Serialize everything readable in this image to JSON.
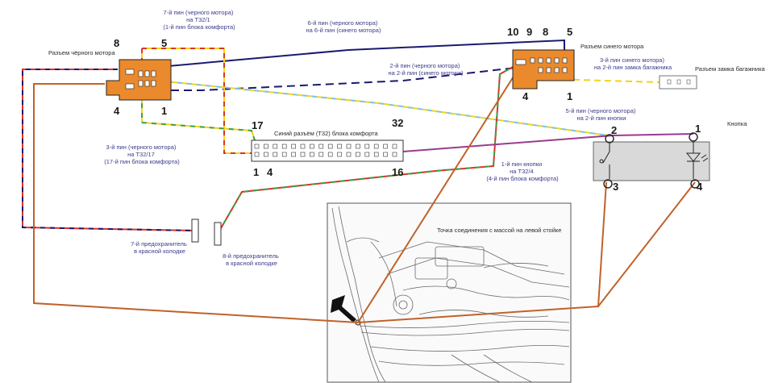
{
  "colors": {
    "connector_fill": "#ea8a2c",
    "wire_navy": "#1a1a6e",
    "wire_red": "#d9342b",
    "wire_green": "#3aa24a",
    "wire_brown": "#c0622a",
    "wire_yellow": "#f2d21a",
    "wire_cyan": "#7cc7e8",
    "wire_purple": "#9a3b8f"
  },
  "labels": {
    "black_motor_connector": "Разъем чёрного мотора",
    "blue_motor_connector": "Разъем синего мотора",
    "trunk_lock_connector": "Разъем замка багажника",
    "button": "Кнопка",
    "comfort_connector": "Синий разъём (T32) блока комфорта",
    "ground_point": "Точка соединения с массой на левой стойке",
    "pin7": [
      "7-й пин (черного мотора)",
      "на T32/1",
      "(1-й пин блока комфорта)"
    ],
    "pin6": [
      "6-й пин (черного мотора)",
      "на 6-й пин (синего мотора)"
    ],
    "pin2": [
      "2-й пин (черного мотора)",
      "на 2-й пин (синего мотора)"
    ],
    "pin3_blue": [
      "3-й пин синего мотора)",
      "на 2-й пин замка багажника"
    ],
    "pin5": [
      "5-й пин (черного мотора)",
      "на 2-й пин кнопки"
    ],
    "pin3_black": [
      "3-й пин (черного мотора)",
      "на T32/17",
      "(17-й пин блока комфорта)"
    ],
    "button_pin1": [
      "1-й пин кнопки",
      "на T32/4",
      "(4-й пин блока комфорта)"
    ],
    "fuse7": [
      "7-й предохранитель",
      "в красной колодке"
    ],
    "fuse8": [
      "8-й предохранитель",
      "в красной колодке"
    ]
  },
  "pins": {
    "black_motor": {
      "p8": "8",
      "p5": "5",
      "p4": "4",
      "p1": "1"
    },
    "blue_motor": {
      "p10": "10",
      "p9": "9",
      "p8": "8",
      "p5": "5",
      "p4": "4",
      "p1": "1"
    },
    "comfort": {
      "p17": "17",
      "p32": "32",
      "p1": "1",
      "p4": "4",
      "p16": "16"
    },
    "button": {
      "p1": "1",
      "p2": "2",
      "p3": "3",
      "p4": "4"
    }
  }
}
